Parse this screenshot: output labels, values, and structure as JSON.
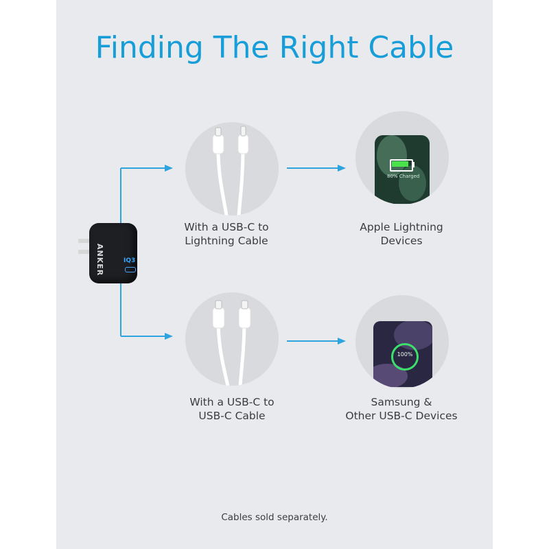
{
  "title": "Finding The Right Cable",
  "charger": {
    "brand": "ANKER",
    "iq_mark": "IQ3"
  },
  "rows": [
    {
      "cable_label": [
        "With a USB-C to",
        "Lightning Cable"
      ],
      "device_label": [
        "Apple Lightning",
        "Devices"
      ],
      "device_screen_text": "80% Charged"
    },
    {
      "cable_label": [
        "With a USB-C to",
        "USB-C Cable"
      ],
      "device_label": [
        "Samsung &",
        "Other USB-C Devices"
      ],
      "device_screen_text": "100%"
    }
  ],
  "footer": "Cables sold separately.",
  "colors": {
    "accent": "#179ed8",
    "panel": "#e9eaee",
    "circle": "#d9dade",
    "text": "#3c3c3e"
  }
}
